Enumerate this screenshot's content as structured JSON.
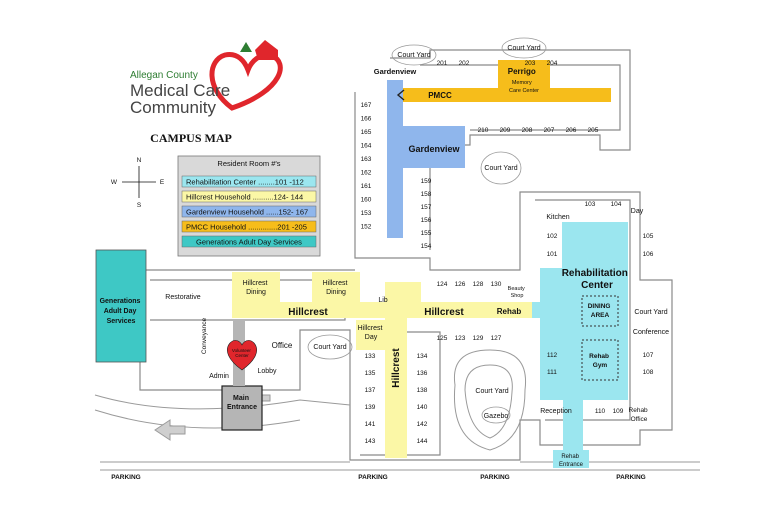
{
  "brand": {
    "line1": "Allegan County",
    "line2": "Medical Care",
    "line3": "Community",
    "colors": {
      "red": "#e0262c",
      "green": "#2e7d32",
      "text": "#444444"
    }
  },
  "map_title": "CAMPUS MAP",
  "compass": {
    "n": "N",
    "s": "S",
    "e": "E",
    "w": "W"
  },
  "legend": {
    "title": "Resident Room #'s",
    "rows": [
      {
        "label": "Rehabilitation Center ........101 -112",
        "color": "#9be6ef"
      },
      {
        "label": "Hillcrest Household ..........124- 144",
        "color": "#fbf7a6"
      },
      {
        "label": "Gardenview Household ......152- 167",
        "color": "#8fb6ec"
      },
      {
        "label": "PMCC Household ..............201 -205",
        "color": "#f6bd1b"
      },
      {
        "label": "Generations Adult Day Services",
        "color": "#3ec8c5"
      }
    ]
  },
  "areas": {
    "gardenview_top": "Gardenview",
    "gardenview": "Gardenview",
    "pmcc": "PMCC",
    "perrigo": {
      "l1": "Perrigo",
      "l2": "Memory",
      "l3": "Care Center"
    },
    "generations": {
      "l1": "Generations",
      "l2": "Adult Day",
      "l3": "Services"
    },
    "hillcrest_dining": {
      "l1": "Hillcrest",
      "l2": "Dining"
    },
    "hillcrest_dining2": {
      "l1": "Hillcrest",
      "l2": "Dining"
    },
    "hillcrest_day": {
      "l1": "Hillcrest",
      "l2": "Day"
    },
    "hillcrest_w": "Hillcrest",
    "hillcrest_e": "Hillcrest",
    "hillcrest_v": "Hillcrest",
    "rehab_hall": "Rehab",
    "rehab_center": {
      "l1": "Rehabilitation",
      "l2": "Center"
    },
    "dining_area": {
      "l1": "DINING",
      "l2": "AREA"
    },
    "rehab_gym": {
      "l1": "Rehab",
      "l2": "Gym"
    },
    "main_entrance": {
      "l1": "Main",
      "l2": "Entrance"
    },
    "volunteer": {
      "l1": "Volunteer",
      "l2": "Center"
    },
    "rehab_entrance": {
      "l1": "Rehab",
      "l2": "Entrance"
    }
  },
  "labels": {
    "court_yard": "Court Yard",
    "restorative": "Restorative",
    "lib": "Lib",
    "beauty": {
      "l1": "Beauty",
      "l2": "Shop"
    },
    "conveyance": "Conveyance",
    "office": "Office",
    "admin": "Admin",
    "lobby": "Lobby",
    "kitchen": "Kitchen",
    "day": "Day",
    "conference": "Conference",
    "reception": "Reception",
    "rehab_office": {
      "l1": "Rehab",
      "l2": "Office"
    },
    "gazebo": "Gazebo",
    "parking": "PARKING"
  },
  "rooms": {
    "pmcc_top": [
      "201",
      "202",
      "203",
      "204"
    ],
    "pmcc_bottom": [
      "210",
      "209",
      "208",
      "207",
      "206",
      "205"
    ],
    "garden_w": [
      "167",
      "166",
      "165",
      "164",
      "163",
      "162",
      "161",
      "160",
      "153",
      "152"
    ],
    "garden_e": [
      "159",
      "158",
      "157",
      "156",
      "155",
      "154"
    ],
    "hill_n": [
      "124",
      "126",
      "128",
      "130"
    ],
    "hill_s": [
      "125",
      "123",
      "129",
      "127"
    ],
    "hill_w": [
      "133",
      "135",
      "137",
      "139",
      "141",
      "143"
    ],
    "hill_e": [
      "134",
      "136",
      "138",
      "140",
      "142",
      "144"
    ],
    "rehab_n": [
      "103",
      "104"
    ],
    "rehab_w": [
      "102",
      "101",
      "112",
      "111",
      "110"
    ],
    "rehab_e": [
      "105",
      "106",
      "107",
      "108",
      "109"
    ]
  }
}
